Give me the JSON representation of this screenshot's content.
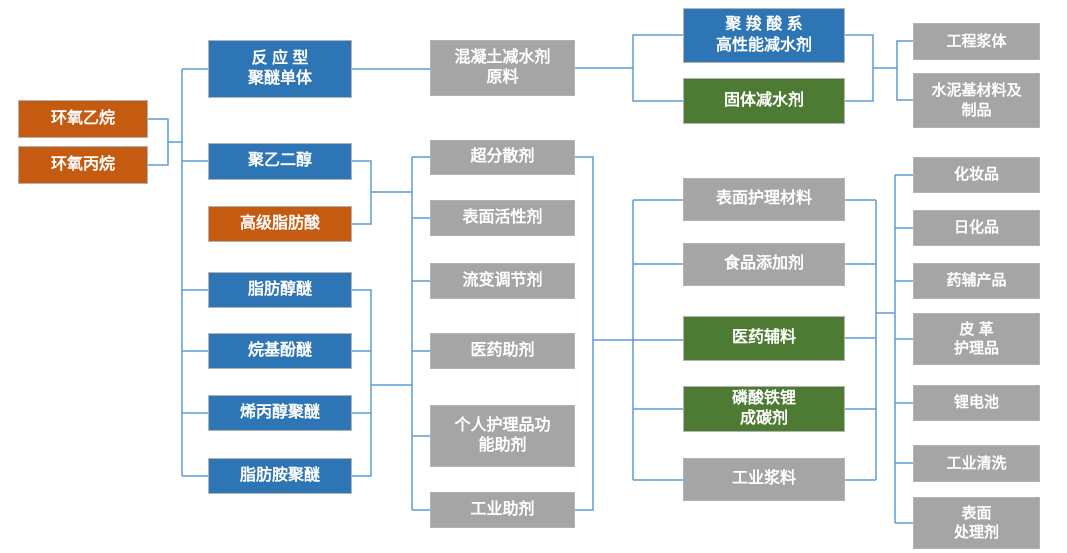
{
  "diagram": {
    "colors": {
      "raw_material_orange": "#C55A11",
      "intermediate_blue": "#2E75B6",
      "highlight_green": "#4E7B33",
      "application_gray": "#A5A5A5",
      "connector_blue": "#5B9BD5"
    },
    "columns": [
      {
        "name": "raw-materials",
        "nodes": [
          {
            "label": "环氧乙烷",
            "type": "orange"
          },
          {
            "label": "环氧丙烷",
            "type": "orange"
          }
        ]
      },
      {
        "name": "monomers-intermediates",
        "nodes": [
          {
            "label": "反 应 型\n聚醚单体",
            "type": "blue"
          },
          {
            "label": "聚乙二醇",
            "type": "blue"
          },
          {
            "label": "高级脂肪酸",
            "type": "orange"
          },
          {
            "label": "脂肪醇醚",
            "type": "blue"
          },
          {
            "label": "烷基酚醚",
            "type": "blue"
          },
          {
            "label": "烯丙醇聚醚",
            "type": "blue"
          },
          {
            "label": "脂肪胺聚醚",
            "type": "blue"
          }
        ]
      },
      {
        "name": "product-categories",
        "nodes": [
          {
            "label": "混凝土减水剂\n原料",
            "type": "gray"
          },
          {
            "label": "超分散剂",
            "type": "gray"
          },
          {
            "label": "表面活性剂",
            "type": "gray"
          },
          {
            "label": "流变调节剂",
            "type": "gray"
          },
          {
            "label": "医药助剂",
            "type": "gray"
          },
          {
            "label": "个人护理品功\n能助剂",
            "type": "gray"
          },
          {
            "label": "工业助剂",
            "type": "gray"
          }
        ]
      },
      {
        "name": "downstream-products",
        "nodes": [
          {
            "label": "聚 羧 酸 系\n高性能减水剂",
            "type": "blue"
          },
          {
            "label": "固体减水剂",
            "type": "green"
          },
          {
            "label": "表面护理材料",
            "type": "gray"
          },
          {
            "label": "食品添加剂",
            "type": "gray"
          },
          {
            "label": "医药辅料",
            "type": "green"
          },
          {
            "label": "磷酸铁锂\n成碳剂",
            "type": "green"
          },
          {
            "label": "工业浆料",
            "type": "gray"
          }
        ]
      },
      {
        "name": "end-applications",
        "nodes": [
          {
            "label": "工程浆体",
            "type": "gray"
          },
          {
            "label": "水泥基材料及\n制品",
            "type": "gray"
          },
          {
            "label": "化妆品",
            "type": "gray"
          },
          {
            "label": "日化品",
            "type": "gray"
          },
          {
            "label": "药辅产品",
            "type": "gray"
          },
          {
            "label": "皮 革\n护理品",
            "type": "gray"
          },
          {
            "label": "锂电池",
            "type": "gray"
          },
          {
            "label": "工业清洗",
            "type": "gray"
          },
          {
            "label": "表面\n处理剂",
            "type": "gray"
          }
        ]
      }
    ]
  }
}
